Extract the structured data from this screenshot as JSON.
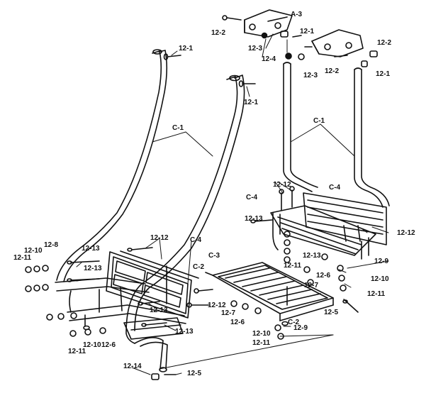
{
  "labels": {
    "a3": "A-3",
    "p12_2": "12-2",
    "p12_1": "12-1",
    "p12_3": "12-3",
    "p12_4": "12-4",
    "c1": "C-1",
    "c4": "C-4",
    "c3": "C-3",
    "c2": "C-2",
    "p12_12": "12-12",
    "p12_13": "12-13",
    "p12_9": "12-9",
    "p12_10": "12-10",
    "p12_11": "12-11",
    "p12_7": "12-7",
    "p12_6": "12-6",
    "p12_5": "12-5",
    "p12_14": "12-14",
    "p12_8": "12-8"
  }
}
